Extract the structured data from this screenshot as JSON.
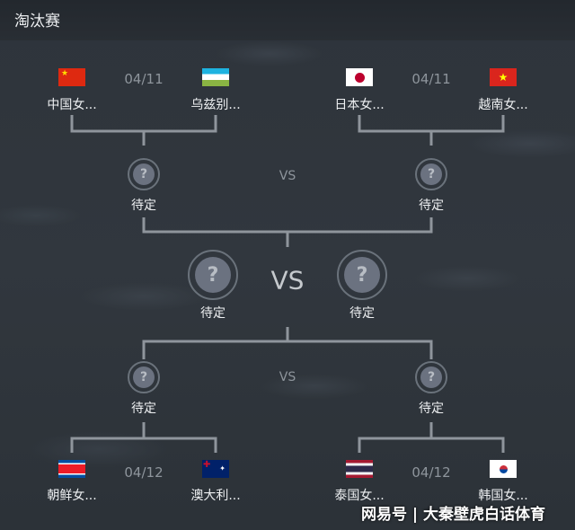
{
  "header": {
    "title": "淘汰赛"
  },
  "matches": [
    {
      "team1": "中国女...",
      "team1_flag": "china-flag",
      "date": "04/11",
      "team2": "乌兹别...",
      "team2_flag": "uzbekistan-flag"
    },
    {
      "team1": "日本女...",
      "team1_flag": "japan-flag",
      "date": "04/11",
      "team2": "越南女...",
      "team2_flag": "vietnam-flag"
    },
    {
      "team1": "朝鲜女...",
      "team1_flag": "north-korea-flag",
      "date": "04/12",
      "team2": "澳大利...",
      "team2_flag": "australia-flag"
    },
    {
      "team1": "泰国女...",
      "team1_flag": "thailand-flag",
      "date": "04/12",
      "team2": "韩国女...",
      "team2_flag": "south-korea-flag"
    }
  ],
  "semis": {
    "vs": "VS",
    "tbd": "待定",
    "q": "?"
  },
  "final": {
    "vs": "VS",
    "tbd": "待定",
    "q": "?"
  },
  "watermark": "网易号 | 大秦壁虎白话体育"
}
